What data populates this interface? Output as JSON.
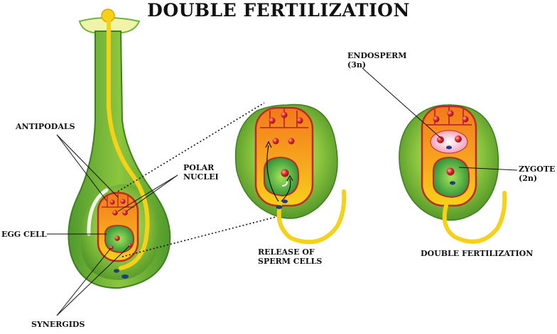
{
  "title": "DOUBLE FERTILIZATION",
  "labels": {
    "antipodals": "ANTIPODALS",
    "polar_nuclei": "POLAR\nNUCLEI",
    "egg_cell": "EGG CELL",
    "synergids": "SYNERGIDS",
    "release": "RELEASE OF\nSPERM CELLS",
    "endosperm": "ENDOSPERM\n(3n)",
    "zygote": "ZYGOTE\n(2n)",
    "double_fertilization": "DOUBLE FERTILIZATION"
  },
  "colors": {
    "ovary_green": "#6cb33f",
    "pollen_tube_yellow": "#f7d117",
    "embryo_sac_orange": "#f39a1f",
    "cell_wall_red": "#c0282a",
    "nucleus_red": "#e1242b",
    "egg_green": "#2f9e3a",
    "endosperm_pink": "#f5b5c8",
    "sperm_blue": "#1f3a8a"
  }
}
